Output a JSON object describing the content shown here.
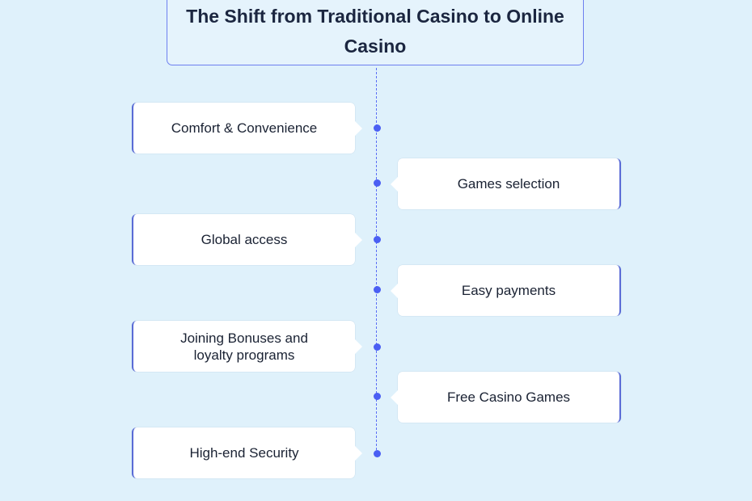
{
  "title": "The Shift from Traditional Casino to Online Casino",
  "colors": {
    "background": "#dff1fb",
    "accent": "#4a5ff3",
    "card": "#ffffff",
    "card_border": "#5a6bd6"
  },
  "timeline": {
    "items": [
      {
        "label": "Comfort & Convenience",
        "side": "left"
      },
      {
        "label": "Games selection",
        "side": "right"
      },
      {
        "label": "Global access",
        "side": "left"
      },
      {
        "label": "Easy payments",
        "side": "right"
      },
      {
        "label": "Joining Bonuses and loyalty programs",
        "side": "left"
      },
      {
        "label": "Free Casino Games",
        "side": "right"
      },
      {
        "label": "High-end Security",
        "side": "left"
      }
    ]
  }
}
